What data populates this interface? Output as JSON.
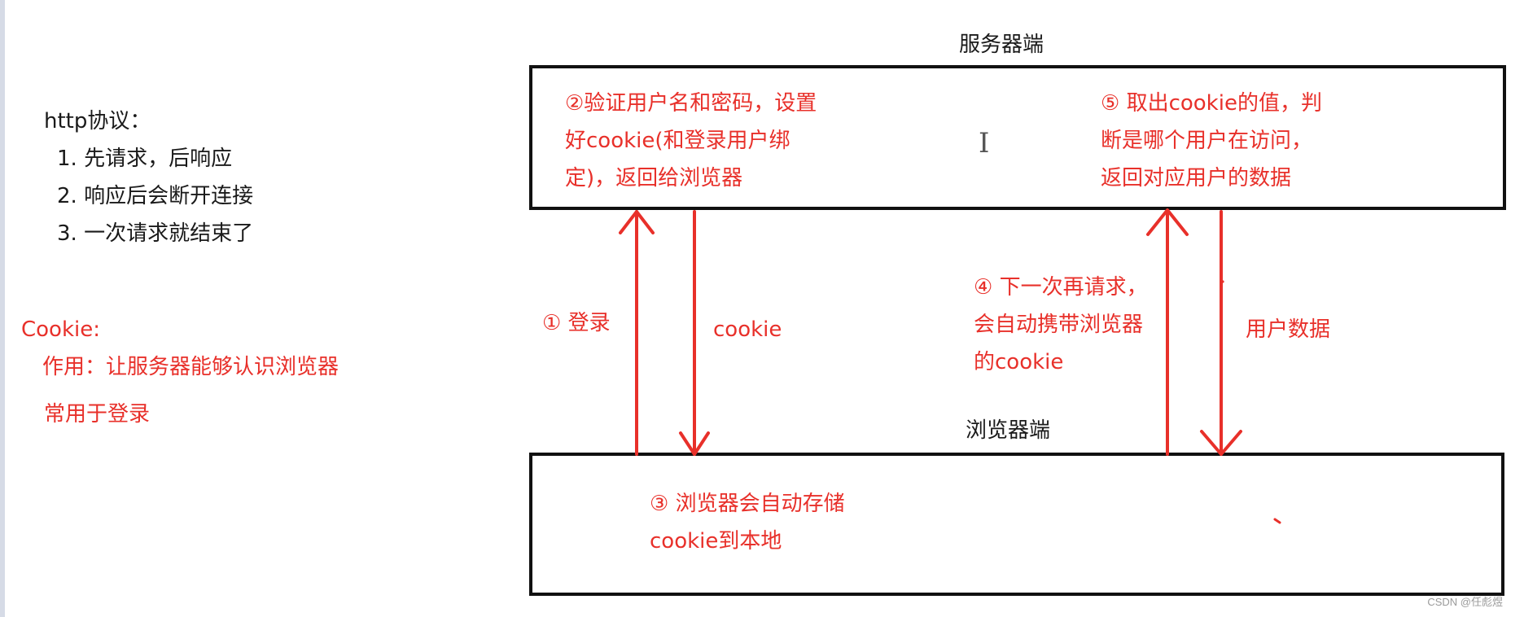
{
  "left_panel": {
    "http_title": "http协议：",
    "http_points": [
      "1. 先请求，后响应",
      "2. 响应后会断开连接",
      "3. 一次请求就结束了"
    ],
    "cookie_title": "Cookie:",
    "cookie_purpose": "作用：让服务器能够认识浏览器",
    "cookie_usage": "常用于登录"
  },
  "diagram": {
    "server_label": "服务器端",
    "browser_label": "浏览器端",
    "server_note_left": [
      "②验证用户名和密码，设置",
      "好cookie(和登录用户绑",
      "定)，返回给浏览器"
    ],
    "server_note_right": [
      "⑤ 取出cookie的值，判",
      "断是哪个用户在访问，",
      "返回对应用户的数据"
    ],
    "arrow_login": "① 登录",
    "arrow_cookie": "cookie",
    "arrow_next_request": [
      "④ 下一次再请求，",
      "会自动携带浏览器",
      "的cookie"
    ],
    "arrow_user_data": "用户数据",
    "browser_note": [
      "③ 浏览器会自动存储",
      "cookie到本地"
    ],
    "colors": {
      "arrow": "#e8302a",
      "box_border": "#111111",
      "text_red": "#e8302a",
      "text_black": "#1a1a1a"
    }
  },
  "watermark": "CSDN @任彪煜"
}
